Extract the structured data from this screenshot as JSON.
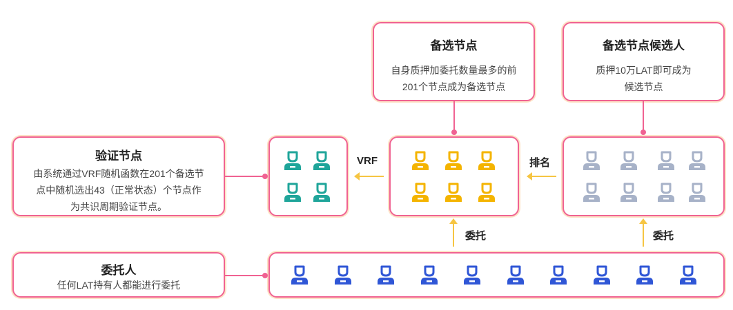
{
  "validator": {
    "title": "验证节点",
    "desc_line1": "由系统通过VRF随机函数在201个备选节",
    "desc_line2": "点中随机选出43（正常状态）个节点作",
    "desc_line3": "为共识周期验证节点。"
  },
  "candidate": {
    "title": "备选节点",
    "desc_line1": "自身质押加委托数量最多的前",
    "desc_line2": "201个节点成为备选节点"
  },
  "nominee": {
    "title": "备选节点候选人",
    "desc_line1": "质押10万LAT即可成为",
    "desc_line2": "候选节点"
  },
  "delegator": {
    "title": "委托人",
    "desc": "任何LAT持有人都能进行委托"
  },
  "labels": {
    "vrf": "VRF",
    "rank": "排名",
    "delegate_left": "委托",
    "delegate_right": "委托"
  },
  "colors": {
    "validator": "#1fa59a",
    "candidate": "#f4b400",
    "nominee": "#a7b2c8",
    "delegator": "#2f56d6",
    "border": "#f06292",
    "arrow": "#f6c542"
  },
  "icons": {
    "person": "person-icon"
  },
  "counts": {
    "validator_nodes": 4,
    "candidate_nodes": 6,
    "nominee_nodes": 8,
    "delegators": 10
  }
}
